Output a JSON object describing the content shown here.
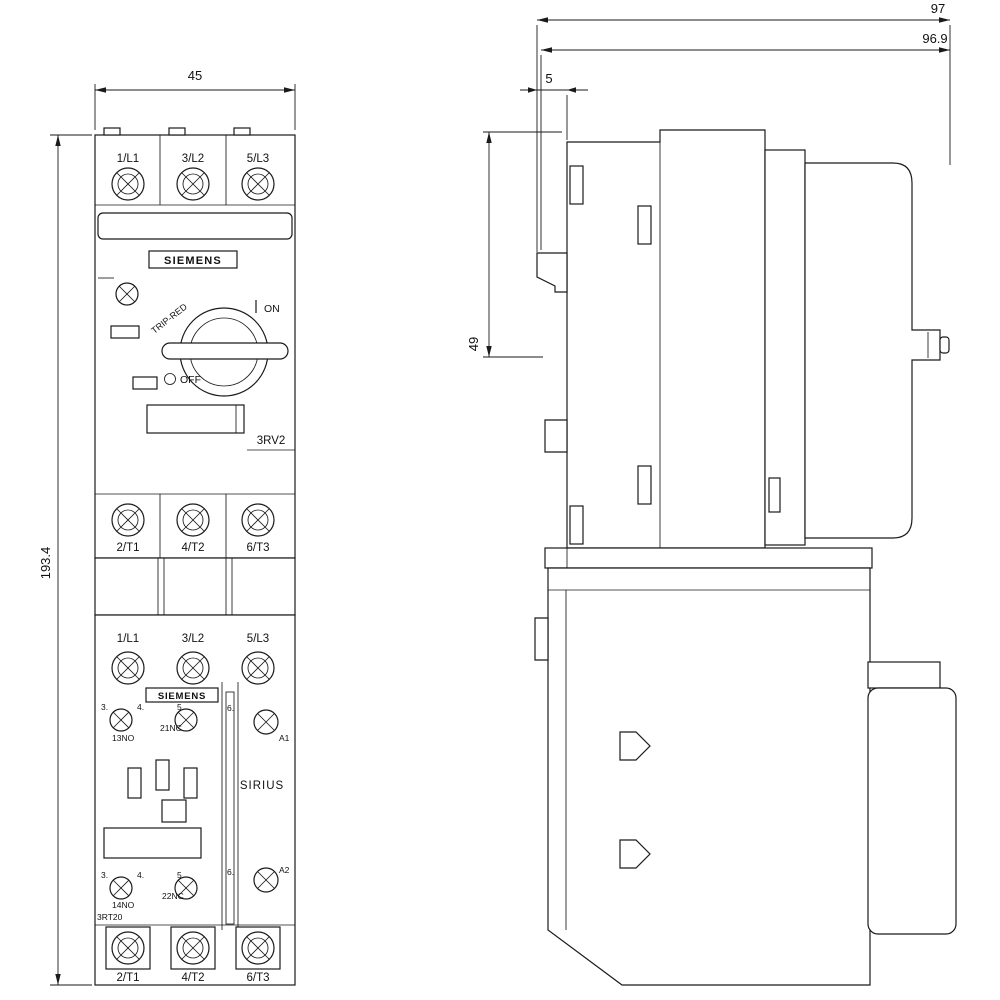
{
  "style": {
    "line_color": "#1a1a1a",
    "background": "#ffffff"
  },
  "front_view": {
    "dim_width": "45",
    "dim_height": "193.4",
    "breaker": {
      "brand": "SIEMENS",
      "model": "3RV2",
      "terminals_top": [
        "1/L1",
        "3/L2",
        "5/L3"
      ],
      "terminals_bottom": [
        "2/T1",
        "4/T2",
        "6/T3"
      ],
      "switch": {
        "on": "ON",
        "off": "OFF",
        "trip": "TRIP-RED"
      }
    },
    "contactor": {
      "brand": "SIEMENS",
      "series": "SIRIUS",
      "model": "3RT20",
      "terminals_top": [
        "1/L1",
        "3/L2",
        "5/L3"
      ],
      "terminals_bottom": [
        "2/T1",
        "4/T2",
        "6/T3"
      ],
      "aux_top": {
        "nums": [
          "3.",
          "4.",
          "5.",
          "6."
        ],
        "no_label": "13NO",
        "nc_label": "21NC",
        "coil": "A1"
      },
      "aux_bottom": {
        "nums": [
          "3.",
          "4.",
          "5.",
          "6."
        ],
        "no_label": "14NO",
        "nc_label": "22NC",
        "coil": "A2"
      }
    }
  },
  "side_view": {
    "dim_total": "97",
    "dim_body": "96.9",
    "dim_offset": "5",
    "dim_depth": "49"
  }
}
